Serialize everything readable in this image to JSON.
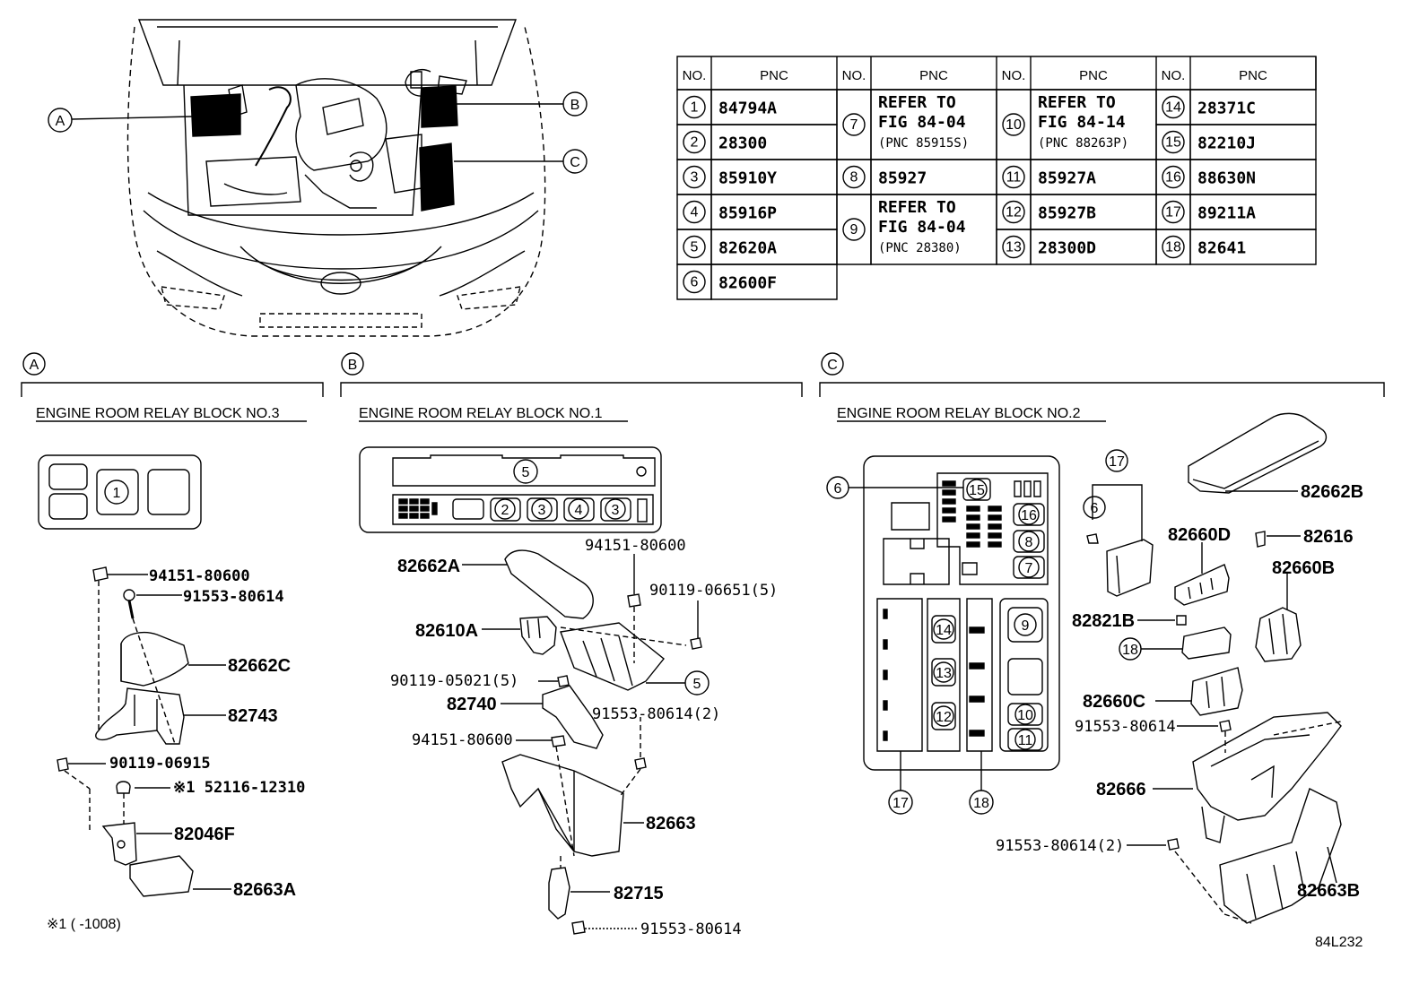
{
  "figure_code": "84L232",
  "footnote": "※1 (      -1008)",
  "overview_callouts": [
    "A",
    "B",
    "C"
  ],
  "table": {
    "headers": {
      "no": "NO.",
      "pnc": "PNC"
    },
    "rows": [
      {
        "no": "1",
        "pnc": "84794A"
      },
      {
        "no": "2",
        "pnc": "28300"
      },
      {
        "no": "3",
        "pnc": "85910Y"
      },
      {
        "no": "4",
        "pnc": "85916P"
      },
      {
        "no": "5",
        "pnc": "82620A"
      },
      {
        "no": "6",
        "pnc": "82600F"
      },
      {
        "no": "7",
        "pnc": [
          "REFER TO",
          "FIG 84-04",
          "(PNC 85915S)"
        ]
      },
      {
        "no": "8",
        "pnc": "85927"
      },
      {
        "no": "9",
        "pnc": [
          "REFER TO",
          "FIG 84-04",
          "(PNC 28380)"
        ]
      },
      {
        "no": "10",
        "pnc": [
          "REFER TO",
          "FIG 84-14",
          "(PNC 88263P)"
        ]
      },
      {
        "no": "11",
        "pnc": "85927A"
      },
      {
        "no": "12",
        "pnc": "85927B"
      },
      {
        "no": "13",
        "pnc": "28300D"
      },
      {
        "no": "14",
        "pnc": "28371C"
      },
      {
        "no": "15",
        "pnc": "82210J"
      },
      {
        "no": "16",
        "pnc": "88630N"
      },
      {
        "no": "17",
        "pnc": "89211A"
      },
      {
        "no": "18",
        "pnc": "82641"
      }
    ]
  },
  "sections": [
    {
      "letter": "A",
      "title": "ENGINE ROOM RELAY BLOCK NO.3"
    },
    {
      "letter": "B",
      "title": "ENGINE ROOM RELAY BLOCK NO.1"
    },
    {
      "letter": "C",
      "title": "ENGINE ROOM RELAY BLOCK NO.2"
    }
  ],
  "section_a_parts": [
    "94151-80600",
    "91553-80614",
    "82662C",
    "82743",
    "90119-06915",
    "※1 52116-12310",
    "82046F",
    "82663A"
  ],
  "section_b_parts": [
    "82662A",
    "94151-80600",
    "90119-06651(5)",
    "82610A",
    "90119-05021(5)",
    "82740",
    "91553-80614(2)",
    "94151-80600",
    "82663",
    "82715",
    "91553-80614"
  ],
  "section_c_parts": [
    "82662B",
    "82660D",
    "82616",
    "82660B",
    "82821B",
    "82660C",
    "91553-80614",
    "82666",
    "91553-80614(2)",
    "82663B"
  ]
}
